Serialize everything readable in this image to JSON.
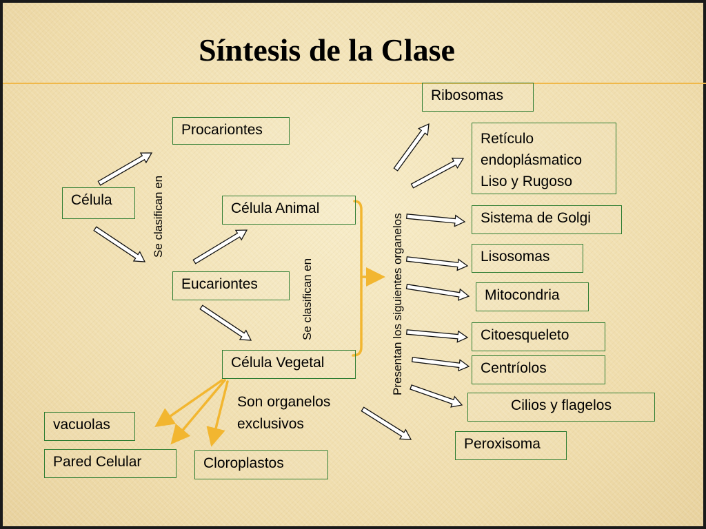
{
  "slide": {
    "title": "Síntesis de la Clase",
    "accent_color": "#f0b84a",
    "box_border_color": "#2e7d32",
    "yellow_arrow_color": "#f2b630"
  },
  "nodes": {
    "celula": "Célula",
    "procariontes": "Procariontes",
    "eucariontes": "Eucariontes",
    "celula_animal": "Célula Animal",
    "celula_vegetal": "Célula Vegetal",
    "vacuolas": "vacuolas",
    "pared_celular": "Pared Celular",
    "cloroplastos": "Cloroplastos",
    "exclusivos_line1": "Son organelos",
    "exclusivos_line2": "exclusivos"
  },
  "connector_labels": {
    "se_clasifican_1": "Se clasifican en",
    "se_clasifican_2": "Se clasifican en",
    "presentan": "Presentan los siguientes organelos"
  },
  "organelos": {
    "ribosomas": "Ribosomas",
    "reticulo_line1": "Retículo",
    "reticulo_line2": "endoplásmatico",
    "reticulo_line3": "Liso y Rugoso",
    "golgi": "Sistema de Golgi",
    "lisosomas": "Lisosomas",
    "mitocondria": "Mitocondria",
    "citoesqueleto": "Citoesqueleto",
    "centriolos": "Centríolos",
    "cilios": "Cilios y flagelos",
    "peroxisoma": "Peroxisoma"
  }
}
